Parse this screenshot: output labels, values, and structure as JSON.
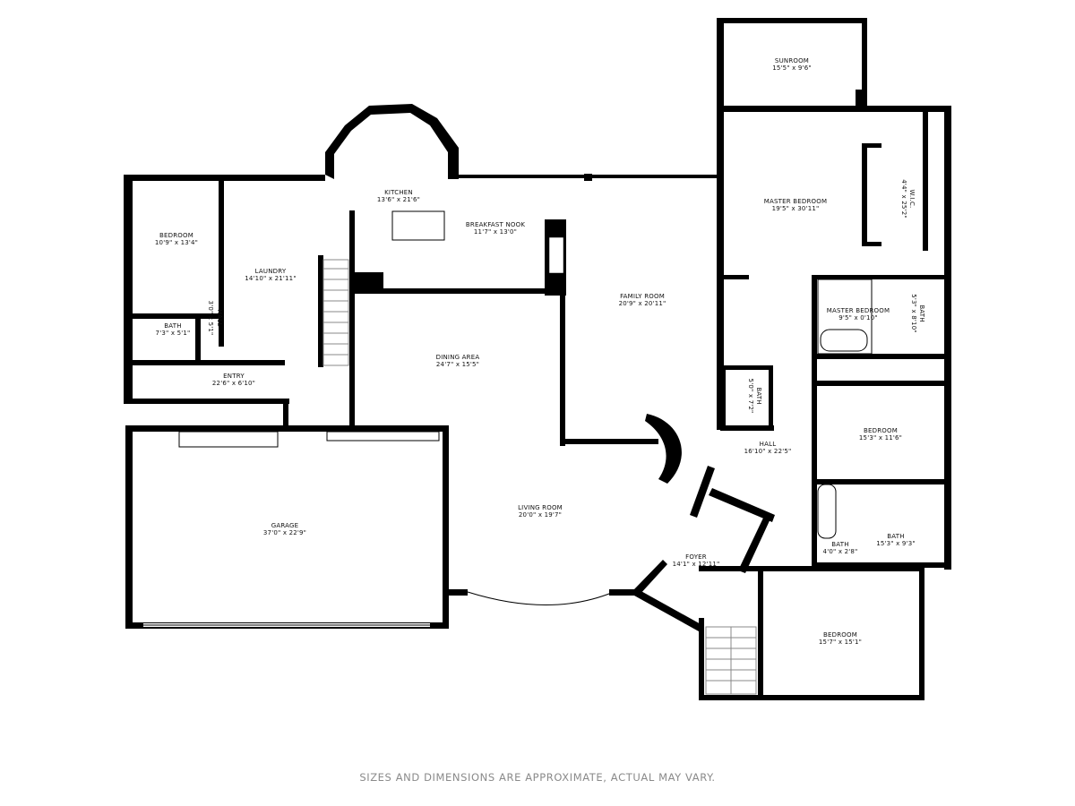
{
  "rooms": {
    "sunroom": {
      "name": "SUNROOM",
      "dims": "15'5\" x 9'6\""
    },
    "kitchen": {
      "name": "KITCHEN",
      "dims": "13'6\" x 21'6\""
    },
    "breakfast_nook": {
      "name": "BREAKFAST NOOK",
      "dims": "11'7\" x 13'0\""
    },
    "bedroom_west": {
      "name": "BEDROOM",
      "dims": "10'9\" x 13'4\""
    },
    "laundry": {
      "name": "LAUNDRY",
      "dims": "14'10\" x 21'11\""
    },
    "hall_west": {
      "name": "HALL",
      "dims": "3'0\" x 5'1\""
    },
    "bath_west": {
      "name": "BATH",
      "dims": "7'3\" x 5'1\""
    },
    "entry": {
      "name": "ENTRY",
      "dims": "22'6\" x 6'10\""
    },
    "master_bedroom": {
      "name": "MASTER BEDROOM",
      "dims": "19'5\" x 30'11\""
    },
    "wic": {
      "name": "W.I.C.",
      "dims": "4'4\" x 25'2\""
    },
    "master_bath_a": {
      "name": "MASTER BEDROOM",
      "dims": "9'5\" x 0'10\""
    },
    "master_bath_b": {
      "name": "BATH",
      "dims": "5'3\" x 8'10\""
    },
    "family_room": {
      "name": "FAMILY ROOM",
      "dims": "20'9\" x 20'11\""
    },
    "dining_area": {
      "name": "DINING AREA",
      "dims": "24'7\" x 15'5\""
    },
    "bath_hall": {
      "name": "BATH",
      "dims": "5'0\" x 7'2\""
    },
    "hall": {
      "name": "HALL",
      "dims": "16'10\" x 22'5\""
    },
    "bedroom_east": {
      "name": "BEDROOM",
      "dims": "15'3\" x 11'6\""
    },
    "garage": {
      "name": "GARAGE",
      "dims": "37'0\" x 22'9\""
    },
    "living_room": {
      "name": "LIVING ROOM",
      "dims": "20'0\" x 19'7\""
    },
    "bath_east": {
      "name": "BATH",
      "dims": "15'3\" x 9'3\""
    },
    "bath_small": {
      "name": "BATH",
      "dims": "4'0\" x 2'8\""
    },
    "foyer": {
      "name": "FOYER",
      "dims": "14'1\" x 12'11\""
    },
    "bedroom_south": {
      "name": "BEDROOM",
      "dims": "15'7\" x 15'1\""
    }
  },
  "disclaimer": "SIZES AND DIMENSIONS ARE APPROXIMATE, ACTUAL MAY VARY."
}
